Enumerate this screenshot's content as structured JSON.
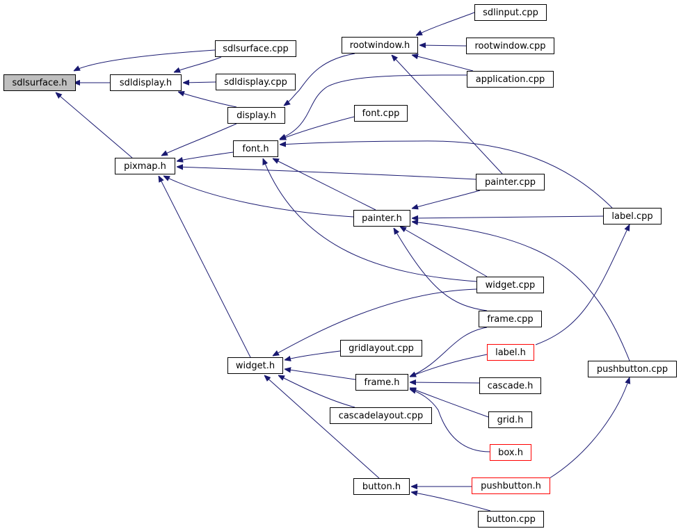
{
  "colors": {
    "edge": "#191970",
    "root_fill": "#bfbfbf",
    "red_border": "#ff0000",
    "border": "#000000"
  },
  "nodes": [
    {
      "id": "sdlsurface_h",
      "label": "sdlsurface.h",
      "style": "root"
    },
    {
      "id": "sdldisplay_h",
      "label": "sdldisplay.h"
    },
    {
      "id": "sdlsurface_cpp",
      "label": "sdlsurface.cpp"
    },
    {
      "id": "sdldisplay_cpp",
      "label": "sdldisplay.cpp"
    },
    {
      "id": "display_h",
      "label": "display.h"
    },
    {
      "id": "rootwindow_h",
      "label": "rootwindow.h"
    },
    {
      "id": "sdlinput_cpp",
      "label": "sdlinput.cpp"
    },
    {
      "id": "rootwindow_cpp",
      "label": "rootwindow.cpp"
    },
    {
      "id": "application_cpp",
      "label": "application.cpp"
    },
    {
      "id": "font_cpp",
      "label": "font.cpp"
    },
    {
      "id": "font_h",
      "label": "font.h"
    },
    {
      "id": "pixmap_h",
      "label": "pixmap.h"
    },
    {
      "id": "painter_cpp",
      "label": "painter.cpp"
    },
    {
      "id": "painter_h",
      "label": "painter.h"
    },
    {
      "id": "label_cpp",
      "label": "label.cpp"
    },
    {
      "id": "widget_cpp",
      "label": "widget.cpp"
    },
    {
      "id": "frame_cpp",
      "label": "frame.cpp"
    },
    {
      "id": "widget_h",
      "label": "widget.h"
    },
    {
      "id": "gridlayout_cpp",
      "label": "gridlayout.cpp"
    },
    {
      "id": "label_h",
      "label": "label.h",
      "style": "red"
    },
    {
      "id": "pushbutton_cpp",
      "label": "pushbutton.cpp"
    },
    {
      "id": "frame_h",
      "label": "frame.h"
    },
    {
      "id": "cascade_h",
      "label": "cascade.h"
    },
    {
      "id": "cascadelayout_cpp",
      "label": "cascadelayout.cpp"
    },
    {
      "id": "grid_h",
      "label": "grid.h"
    },
    {
      "id": "box_h",
      "label": "box.h",
      "style": "red"
    },
    {
      "id": "button_h",
      "label": "button.h"
    },
    {
      "id": "pushbutton_h",
      "label": "pushbutton.h",
      "style": "red"
    },
    {
      "id": "button_cpp",
      "label": "button.cpp"
    }
  ],
  "edges": [
    {
      "from": "sdldisplay_h",
      "to": "sdlsurface_h"
    },
    {
      "from": "sdlsurface_cpp",
      "to": "sdlsurface_h"
    },
    {
      "from": "pixmap_h",
      "to": "sdlsurface_h"
    },
    {
      "from": "sdlsurface_cpp",
      "to": "sdldisplay_h"
    },
    {
      "from": "sdldisplay_cpp",
      "to": "sdldisplay_h"
    },
    {
      "from": "display_h",
      "to": "sdldisplay_h"
    },
    {
      "from": "rootwindow_h",
      "to": "display_h"
    },
    {
      "from": "sdlinput_cpp",
      "to": "rootwindow_h"
    },
    {
      "from": "rootwindow_cpp",
      "to": "rootwindow_h"
    },
    {
      "from": "application_cpp",
      "to": "rootwindow_h"
    },
    {
      "from": "painter_cpp",
      "to": "rootwindow_h"
    },
    {
      "from": "display_h",
      "to": "pixmap_h"
    },
    {
      "from": "font_h",
      "to": "pixmap_h"
    },
    {
      "from": "painter_cpp",
      "to": "pixmap_h"
    },
    {
      "from": "painter_h",
      "to": "pixmap_h"
    },
    {
      "from": "widget_h",
      "to": "pixmap_h"
    },
    {
      "from": "application_cpp",
      "to": "font_h"
    },
    {
      "from": "font_cpp",
      "to": "font_h"
    },
    {
      "from": "label_cpp",
      "to": "font_h"
    },
    {
      "from": "painter_h",
      "to": "font_h"
    },
    {
      "from": "widget_cpp",
      "to": "font_h"
    },
    {
      "from": "painter_cpp",
      "to": "painter_h"
    },
    {
      "from": "label_cpp",
      "to": "painter_h"
    },
    {
      "from": "widget_cpp",
      "to": "painter_h"
    },
    {
      "from": "frame_cpp",
      "to": "painter_h"
    },
    {
      "from": "pushbutton_cpp",
      "to": "painter_h"
    },
    {
      "from": "widget_cpp",
      "to": "widget_h"
    },
    {
      "from": "gridlayout_cpp",
      "to": "widget_h"
    },
    {
      "from": "frame_h",
      "to": "widget_h"
    },
    {
      "from": "cascadelayout_cpp",
      "to": "widget_h"
    },
    {
      "from": "button_h",
      "to": "widget_h"
    },
    {
      "from": "label_h",
      "to": "label_cpp"
    },
    {
      "from": "frame_cpp",
      "to": "frame_h"
    },
    {
      "from": "label_h",
      "to": "frame_h"
    },
    {
      "from": "cascade_h",
      "to": "frame_h"
    },
    {
      "from": "grid_h",
      "to": "frame_h"
    },
    {
      "from": "box_h",
      "to": "frame_h"
    },
    {
      "from": "pushbutton_h",
      "to": "button_h"
    },
    {
      "from": "button_cpp",
      "to": "button_h"
    },
    {
      "from": "pushbutton_h",
      "to": "pushbutton_cpp"
    }
  ]
}
